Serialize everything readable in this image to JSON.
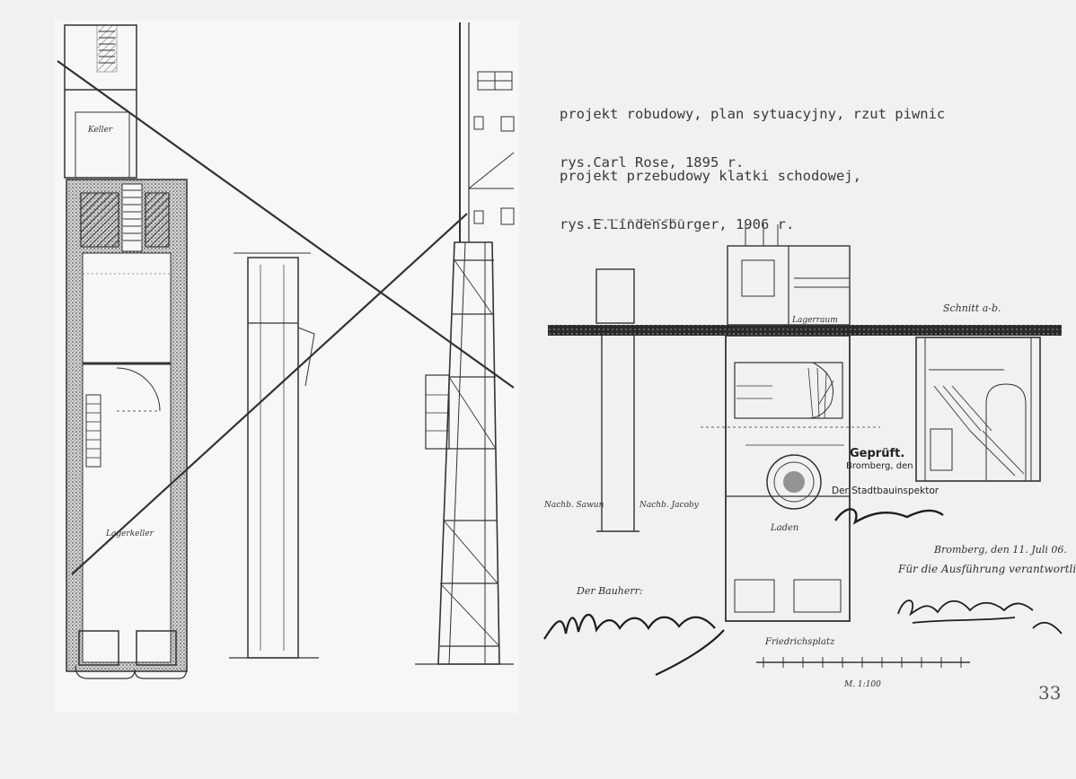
{
  "captions": {
    "line1": "projekt robudowy, plan sytuacyjny, rzut piwnic",
    "line2": "rys.Carl Rose, 1895 r.",
    "line3": "projekt przebudowy klatki schodowej,",
    "line4": "rys.E.Lindensburger, 1906 r."
  },
  "stamp": {
    "title": "Geprüft.",
    "place": "Bromberg, den",
    "office": "Der Stadtbauinspektor"
  },
  "handwritten": {
    "date_line": "Bromberg, den 11. Juli 06.",
    "responsibility": "Für die Ausführung verantwortlich:",
    "bauherr": "Der Bauherr:",
    "ladenraum": "Laden",
    "friedrichsplatz": "Friedrichsplatz",
    "schnitt": "Schnitt a-b.",
    "nachbar_left": "Nachb. Sawun",
    "nachbar_right": "Nachb. Jacoby",
    "lagerraum": "Lagerraum",
    "lagerkeller": "Lagerkeller",
    "keller": "Keller",
    "scale": "M. 1:100"
  },
  "page_number": "33"
}
